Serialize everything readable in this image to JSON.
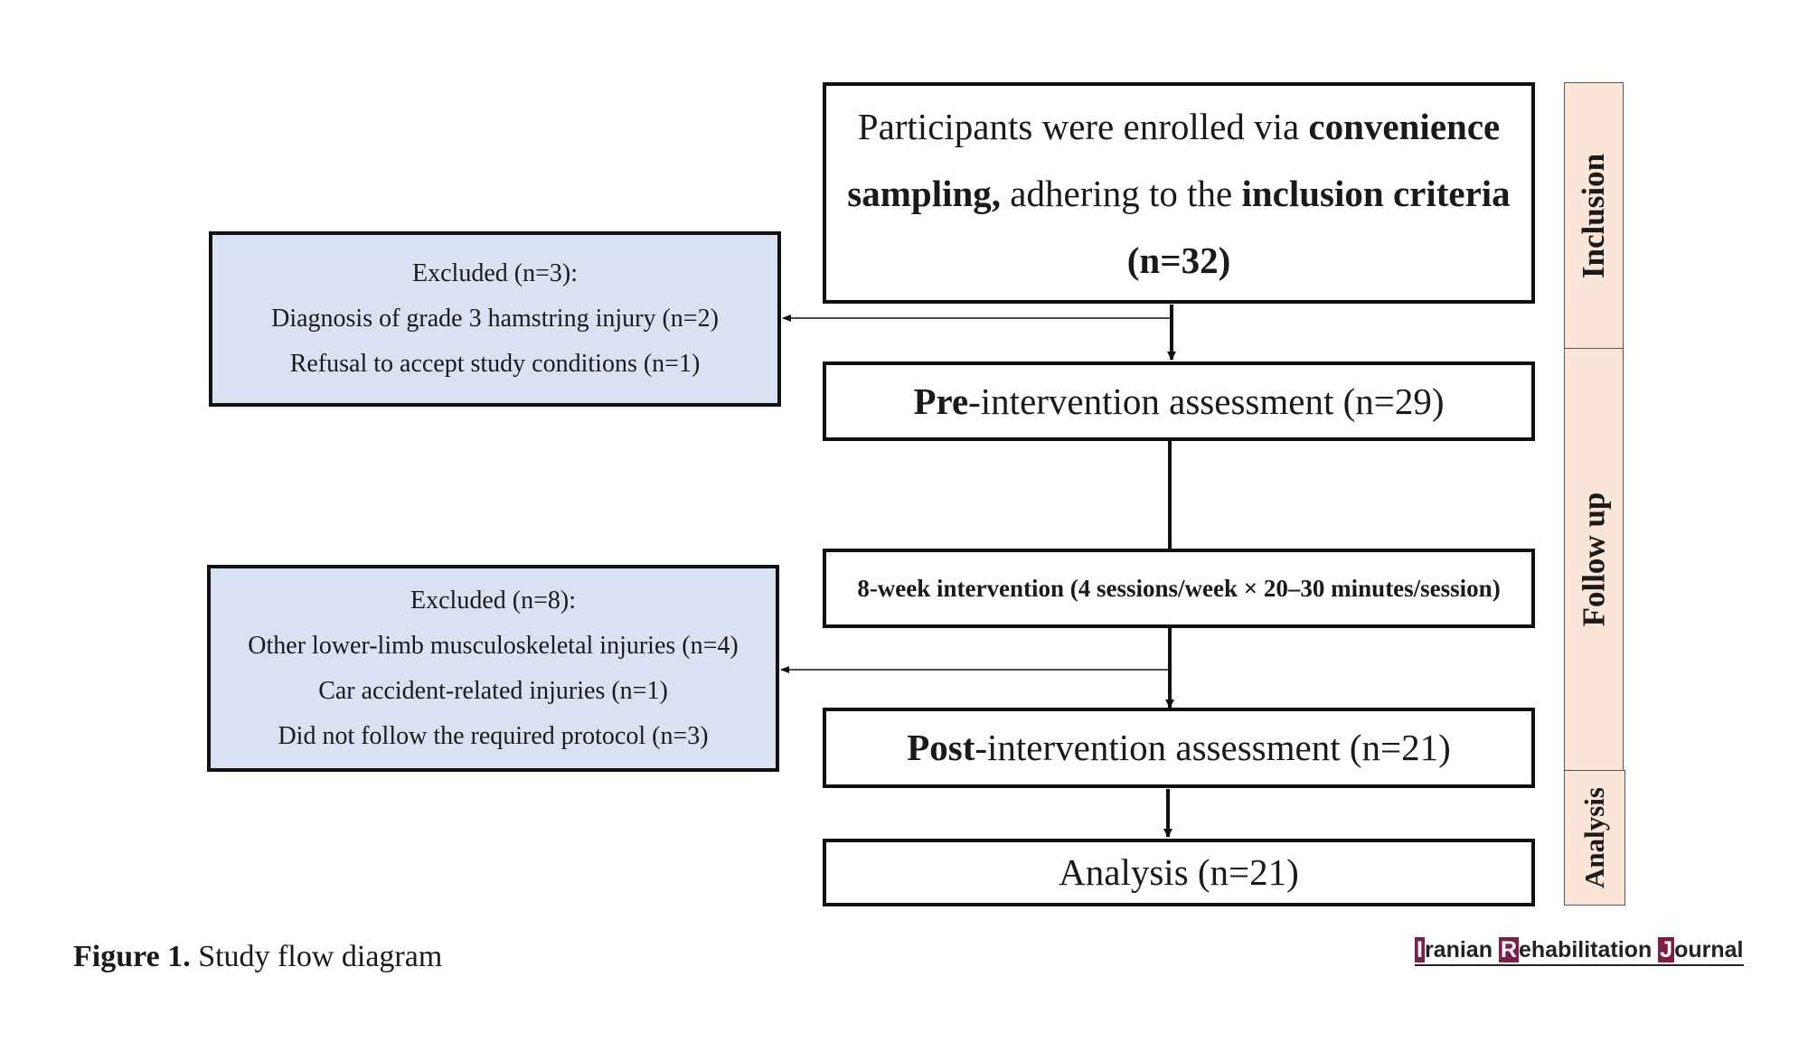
{
  "inclusion_box": {
    "t1": "Participants were enrolled via ",
    "t2": "convenience sampling,",
    "t3": " adhering to the ",
    "t4": "inclusion criteria",
    "t5": "(n=32)"
  },
  "exclusion1": {
    "lines": [
      "Excluded (n=3):",
      "Diagnosis of grade 3 hamstring injury (n=2)",
      "Refusal to accept study conditions (n=1)"
    ]
  },
  "pre": {
    "bold": "Pre",
    "rest": "-intervention assessment (n=29)"
  },
  "intervention": {
    "text": "8-week intervention (4 sessions/week × 20–30 minutes/session)"
  },
  "exclusion2": {
    "lines": [
      "Excluded (n=8):",
      "Other lower-limb musculoskeletal injuries (n=4)",
      "Car accident-related injuries (n=1)",
      "Did not follow the required protocol (n=3)"
    ]
  },
  "post": {
    "bold": "Post",
    "rest": "-intervention assessment (n=21)"
  },
  "analysis": {
    "text": "Analysis (n=21)"
  },
  "stages": {
    "inclusion": "Inclusion",
    "follow_up": "Follow up",
    "analysis": "Analysis"
  },
  "caption": {
    "label": "Figure 1.",
    "text": " Study flow diagram"
  },
  "brand": {
    "i": "I",
    "ranian": "ranian ",
    "r": "R",
    "ehab": "ehabilitation ",
    "j": "J",
    "ournal": "ournal"
  },
  "colors": {
    "exclusion_fill": "#d9e2f3",
    "stage_fill": "#fbe5d6",
    "brand_accent": "#7b1f4a"
  }
}
